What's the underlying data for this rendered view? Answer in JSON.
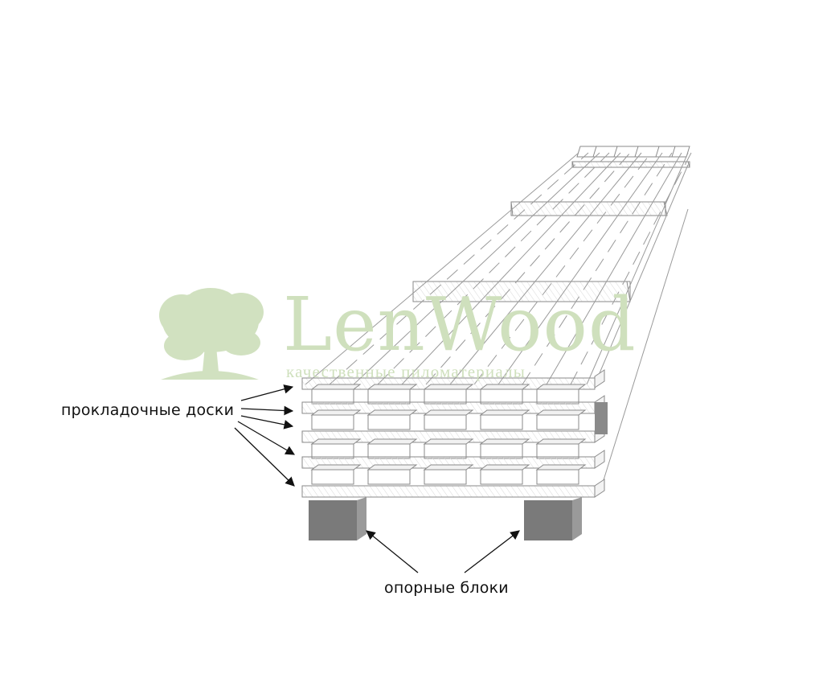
{
  "labels": {
    "spacer_boards": "прокладочные доски",
    "support_blocks": "опорные блоки"
  },
  "watermark": {
    "brand": "LenWood",
    "tagline": "качественные пиломатериалы",
    "color": "#cfe0bd"
  },
  "colors": {
    "board_outline": "#8a8a8a",
    "board_fill": "#ffffff",
    "support_front": "#7a7a7a",
    "support_side": "#9a9a9a",
    "arrow": "#111111"
  },
  "icons": {
    "watermark_logo": "tree-icon"
  }
}
